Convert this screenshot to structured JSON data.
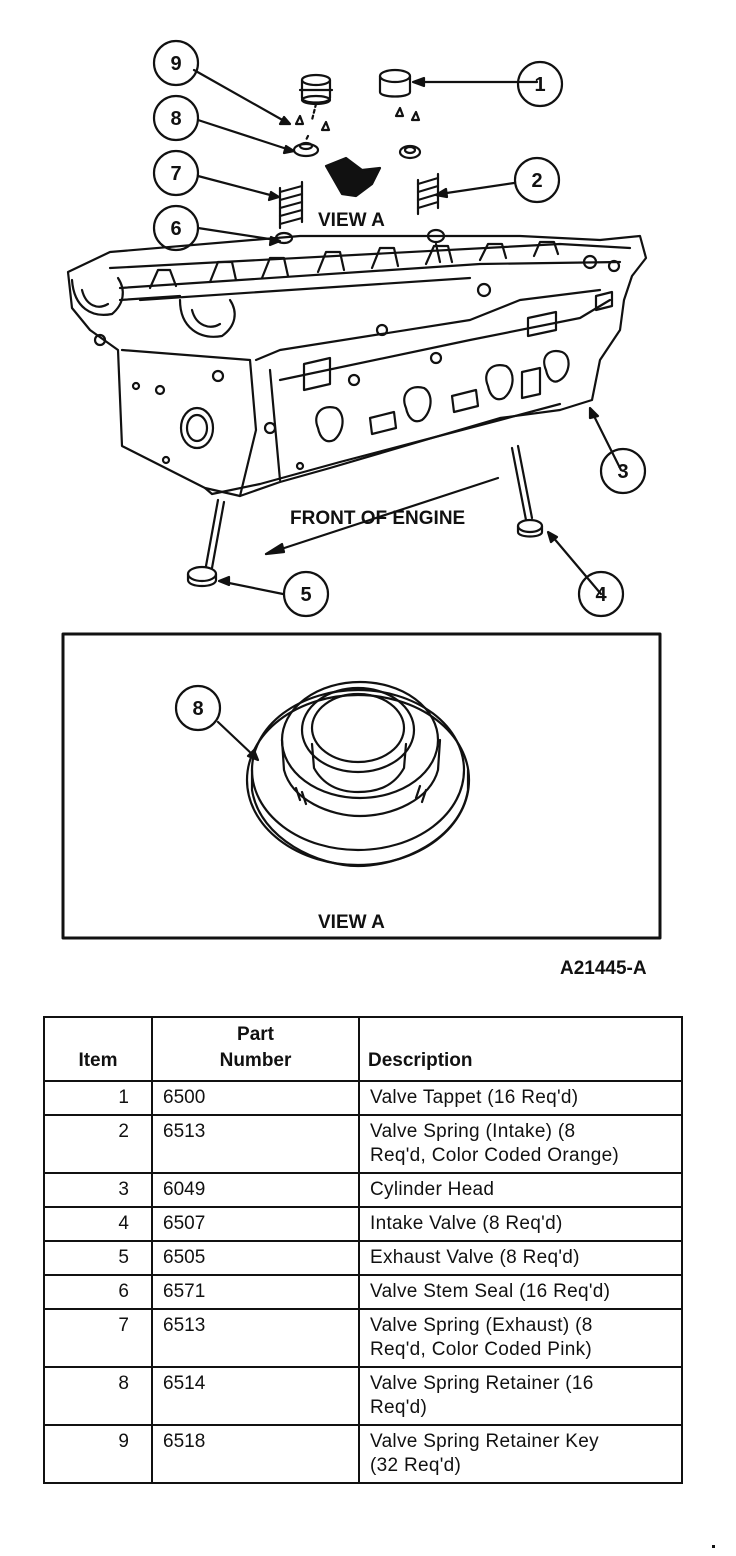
{
  "diagram": {
    "callouts": [
      "1",
      "2",
      "3",
      "4",
      "5",
      "6",
      "7",
      "8",
      "9"
    ],
    "view_a_label": "VIEW A",
    "front_label": "FRONT OF ENGINE",
    "inset_callout": "8",
    "inset_view_label": "VIEW A",
    "figure_id": "A21445-A"
  },
  "table": {
    "headers": {
      "item": "Item",
      "part_line1": "Part",
      "part_line2": "Number",
      "description": "Description"
    },
    "rows": [
      {
        "item": "1",
        "part": "6500",
        "desc": [
          "Valve Tappet (16 Req'd)"
        ]
      },
      {
        "item": "2",
        "part": "6513",
        "desc": [
          "Valve Spring (Intake) (8",
          "Req'd, Color Coded Orange)"
        ]
      },
      {
        "item": "3",
        "part": "6049",
        "desc": [
          "Cylinder Head"
        ]
      },
      {
        "item": "4",
        "part": "6507",
        "desc": [
          "Intake Valve (8 Req'd)"
        ]
      },
      {
        "item": "5",
        "part": "6505",
        "desc": [
          "Exhaust Valve (8 Req'd)"
        ]
      },
      {
        "item": "6",
        "part": "6571",
        "desc": [
          "Valve Stem Seal (16 Req'd)"
        ]
      },
      {
        "item": "7",
        "part": "6513",
        "desc": [
          "Valve Spring (Exhaust) (8",
          "Req'd, Color Coded Pink)"
        ]
      },
      {
        "item": "8",
        "part": "6514",
        "desc": [
          "Valve Spring Retainer (16",
          "Req'd)"
        ]
      },
      {
        "item": "9",
        "part": "6518",
        "desc": [
          "Valve Spring Retainer Key",
          "(32 Req'd)"
        ]
      }
    ]
  }
}
